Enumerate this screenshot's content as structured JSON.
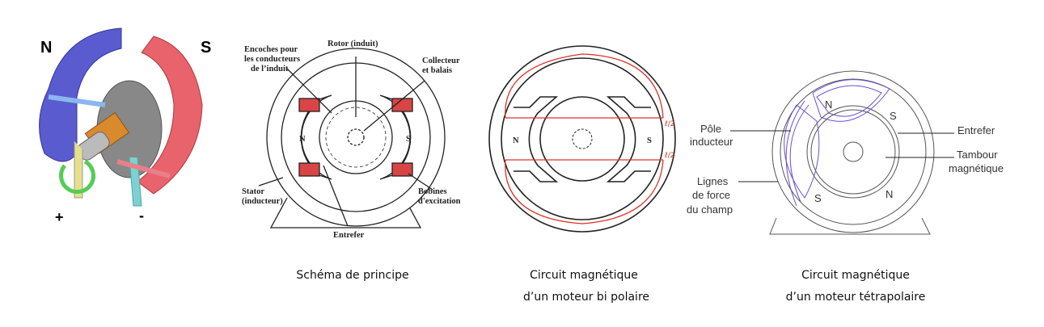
{
  "motor_3d": {
    "north": "N",
    "south": "S",
    "plus": "+",
    "minus": "-"
  },
  "principle": {
    "labels": {
      "slots": [
        "Encoches pour",
        "les conducteurs",
        "de l’induit"
      ],
      "rotor": "Rotor (induit)",
      "collector": [
        "Collecteur",
        "et balais"
      ],
      "stator": [
        "Stator",
        "(inducteur)"
      ],
      "coils": [
        "Bobines",
        "d'excitation"
      ],
      "airgap": "Entrefer",
      "north": "N",
      "south": "S"
    },
    "caption": "Schéma de principe"
  },
  "bipolar": {
    "north": "N",
    "south": "S",
    "half_flux": "ℓ/2",
    "caption_line1": "Circuit magnétique",
    "caption_line2": "d’un moteur bi polaire"
  },
  "tetrapolar": {
    "labels": {
      "pole": [
        "Pôle",
        "inducteur"
      ],
      "field_lines": [
        "Lignes",
        "de force",
        "du champ"
      ],
      "airgap": "Entrefer",
      "drum": [
        "Tambour",
        "magnétique"
      ]
    },
    "poles": [
      "N",
      "S",
      "S",
      "N"
    ],
    "caption_line1": "Circuit magnétique",
    "caption_line2": "d’un moteur tétrapolaire"
  },
  "colors": {
    "red": "#e0312a",
    "blue": "#6a4fd0",
    "motor_blue": "#5555cc",
    "motor_red": "#e8636b"
  }
}
